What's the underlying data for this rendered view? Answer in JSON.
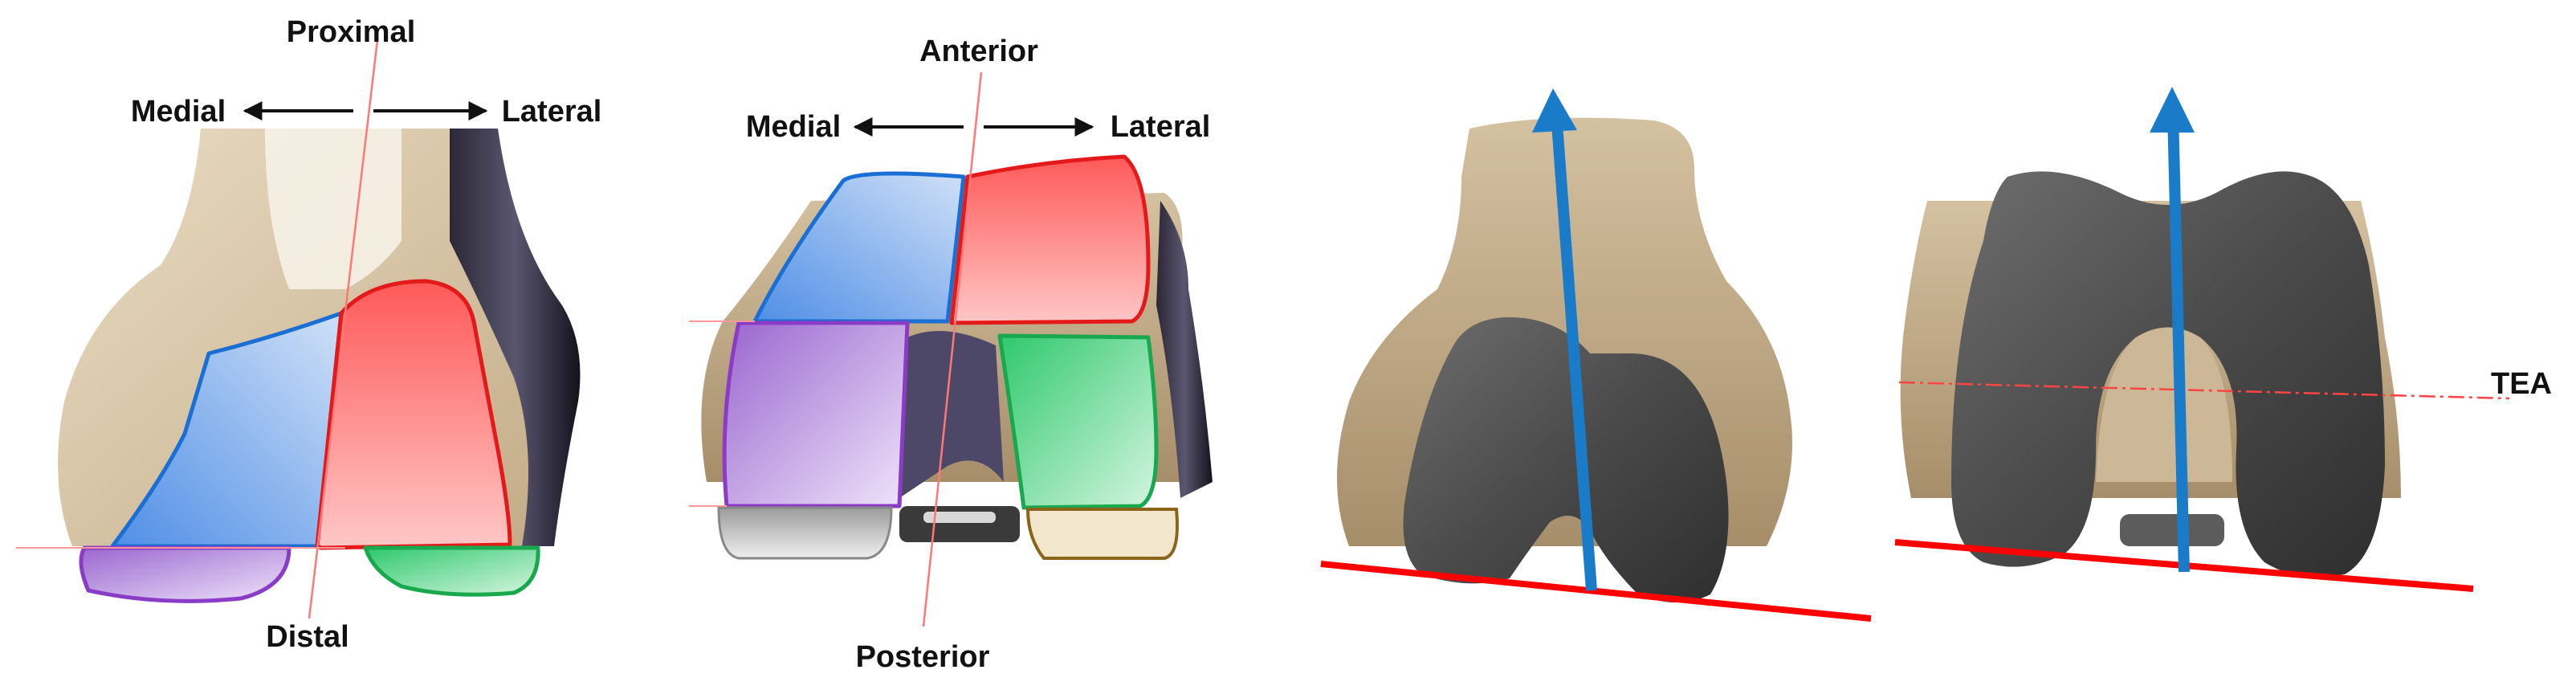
{
  "panels": [
    {
      "id": "distal-view",
      "labels": {
        "top": "Proximal",
        "bottom": "Distal",
        "left": "Medial",
        "right": "Lateral"
      }
    },
    {
      "id": "axial-view",
      "labels": {
        "top": "Anterior",
        "bottom": "Posterior",
        "left": "Medial",
        "right": "Lateral"
      }
    },
    {
      "id": "implant-view-1",
      "labels": {}
    },
    {
      "id": "implant-view-2",
      "labels": {
        "axis": "TEA"
      }
    }
  ],
  "colors": {
    "bone": "#d9c8a8",
    "bone_shade": "#b9a07c",
    "dark_bone": "#2a2535",
    "implant": "#5a5a5a",
    "implant_dark": "#3c3c3c",
    "medial_region": "#6aa0e8",
    "lateral_region": "#ff6f6f",
    "green_region": "#3fcc78",
    "purple_region": "#b48ad8",
    "grey_region": "#c8c8c8",
    "mechanical_axis": "#1a7bc8",
    "cut_line": "#ff0000",
    "guide_line": "#ff7777"
  }
}
